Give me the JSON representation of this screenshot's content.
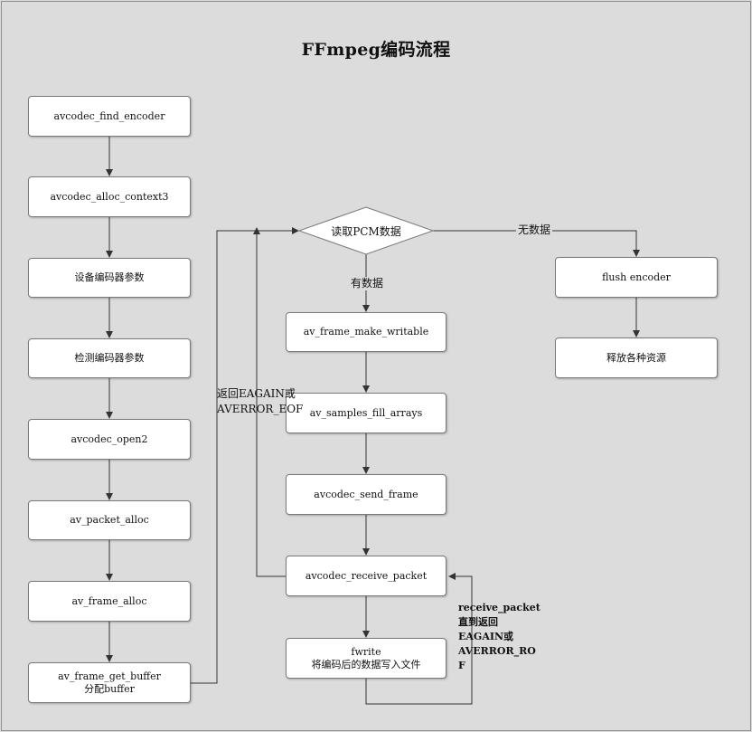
{
  "title": "FFmpeg编码流程",
  "left_column": [
    "avcodec_find_encoder",
    "avcodec_alloc_context3",
    "设备编码器参数",
    "检测编码器参数",
    "avcodec_open2",
    "av_packet_alloc",
    "av_frame_alloc"
  ],
  "get_buffer": {
    "line1": "av_frame_get_buffer",
    "line2": "分配buffer"
  },
  "decision": "读取PCM数据",
  "middle_column": [
    "av_frame_make_writable",
    "av_samples_fill_arrays",
    "avcodec_send_frame",
    "avcodec_receive_packet"
  ],
  "fwrite": {
    "line1": "fwrite",
    "line2": "将编码后的数据写入文件"
  },
  "right_column": [
    "flush encoder",
    "释放各种资源"
  ],
  "labels": {
    "no_data": "无数据",
    "has_data": "有数据",
    "loop_back_line1": "返回EAGAIN或",
    "loop_back_line2": "AVERROR_EOF",
    "receive_loop": [
      "receive_packet",
      "直到返回",
      "EAGAIN或",
      "AVERROR_RO",
      "F"
    ]
  },
  "colors": {
    "background": "#dcdcdc",
    "box": "#ffffff",
    "border": "#7a7a7a",
    "line": "#333333"
  }
}
